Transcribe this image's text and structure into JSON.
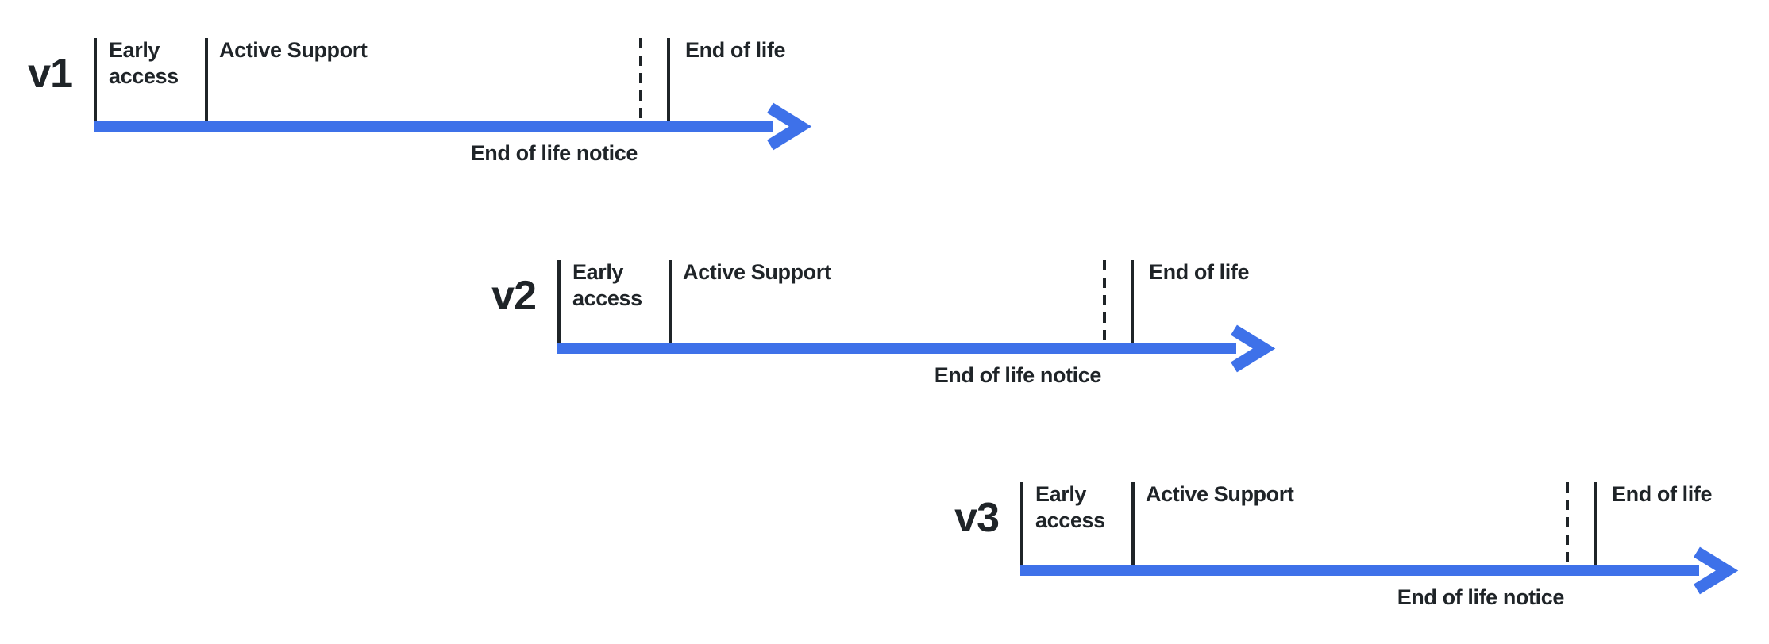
{
  "canvas": {
    "background": "#ffffff",
    "accent": "#3E71E9",
    "ink": "#1F2428"
  },
  "phases": {
    "early_line1": "Early",
    "early_line2": "access",
    "active": "Active Support",
    "end_of_life": "End of life",
    "end_of_life_notice": "End of life notice"
  },
  "timelines": [
    {
      "version": "v1"
    },
    {
      "version": "v2"
    },
    {
      "version": "v3"
    }
  ]
}
